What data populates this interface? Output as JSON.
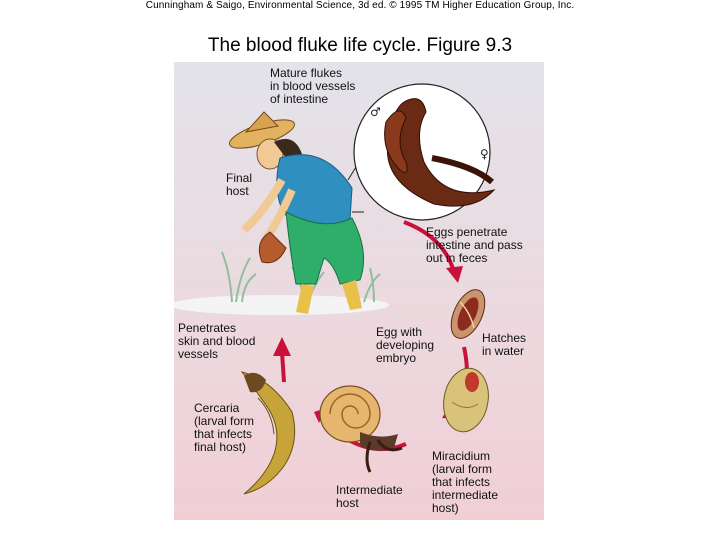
{
  "credit": "Cunningham & Saigo, Environmental Science, 3d ed. © 1995 TM Higher Education Group, Inc.",
  "title": "The blood fluke life cycle. Figure 9.3",
  "labels": {
    "mature_flukes": "Mature flukes\nin blood vessels\nof intestine",
    "final_host": "Final\nhost",
    "eggs_penetrate": "Eggs penetrate\nintestine and pass\nout in feces",
    "penetrates_skin": "Penetrates\nskin and blood\nvessels",
    "egg_embryo": "Egg with\ndeveloping\nembryo",
    "hatches": "Hatches\nin water",
    "cercaria": "Cercaria\n(larval form\nthat infects\nfinal host)",
    "intermediate_host": "Intermediate\nhost",
    "miracidium": "Miracidium\n(larval form\nthat infects\nintermediate\nhost)"
  },
  "colors": {
    "arrow": "#c8123c",
    "background_top": "#e3e3ea",
    "background_bottom": "#f1cfd6",
    "fluke": "#6b2a14",
    "shirt": "#2f8fc0",
    "pants": "#2fae6a"
  }
}
